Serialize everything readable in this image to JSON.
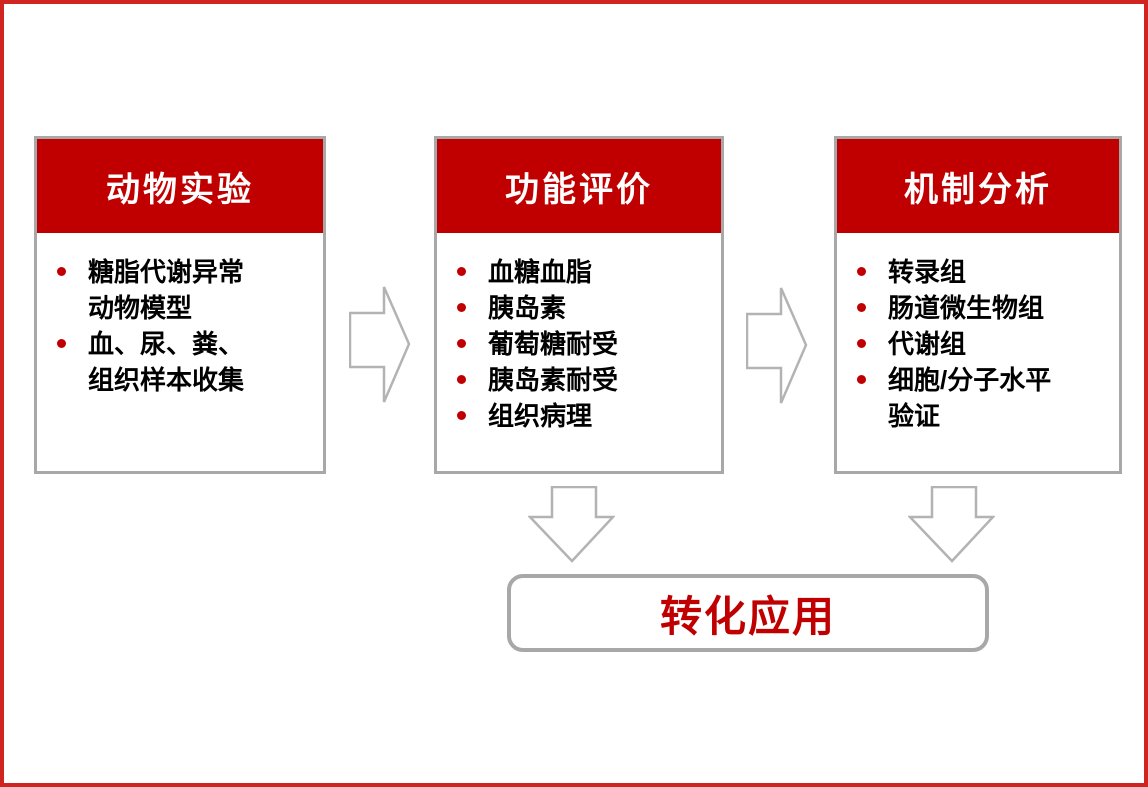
{
  "colors": {
    "header_bg": "#c00000",
    "accent_red": "#c00000",
    "box_border": "#a8a8a8",
    "arrow_stroke": "#b3b3b3",
    "frame_red": "#d02420",
    "header_text": "#ffffff",
    "body_text": "#000000"
  },
  "boxes": [
    {
      "title": "动物实验",
      "bullets": [
        "糖脂代谢异常\n动物模型",
        "血、尿、粪、\n组织样本收集"
      ]
    },
    {
      "title": "功能评价",
      "bullets": [
        "血糖血脂",
        "胰岛素",
        "葡萄糖耐受",
        "胰岛素耐受",
        "组织病理"
      ]
    },
    {
      "title": "机制分析",
      "bullets": [
        "转录组",
        "肠道微生物组",
        "代谢组",
        "细胞/分子水平\n验证"
      ]
    }
  ],
  "footer": {
    "label": "转化应用"
  }
}
